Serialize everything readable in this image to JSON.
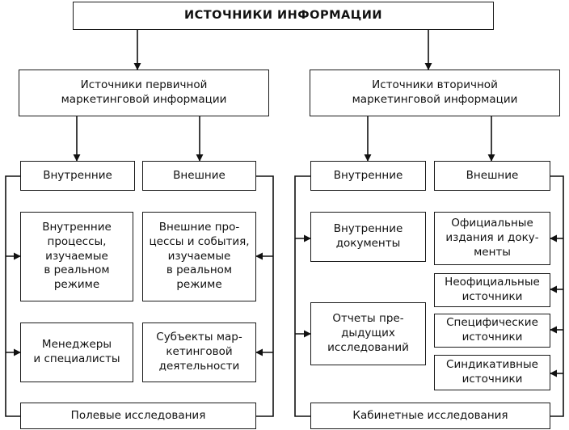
{
  "title": "ИСТОЧНИКИ ИНФОРМАЦИИ",
  "primary": {
    "header": "Источники первичной\nмаркетинговой информации",
    "internal": "Внутренние",
    "external": "Внешние",
    "internal_processes": "Внутренние\nпроцессы,\nизучаемые\nв реальном\nрежиме",
    "external_processes": "Внешние про-\nцессы и события,\nизучаемые\nв реальном\nрежиме",
    "managers": "Менеджеры\nи специалисты",
    "subjects": "Субъекты мар-\nкетинговой\nдеятельности",
    "field_research": "Полевые исследования"
  },
  "secondary": {
    "header": "Источники вторичной\nмаркетинговой информации",
    "internal": "Внутренние",
    "external": "Внешние",
    "internal_documents": "Внутренние\nдокументы",
    "previous_reports": "Отчеты пре-\nдыдущих\nисследований",
    "official": "Официальные\nиздания и доку-\nменты",
    "unofficial": "Неофициальные\nисточники",
    "specific": "Специфические\nисточники",
    "syndicated": "Синдикативные\nисточники",
    "desk_research": "Кабинетные исследования"
  }
}
